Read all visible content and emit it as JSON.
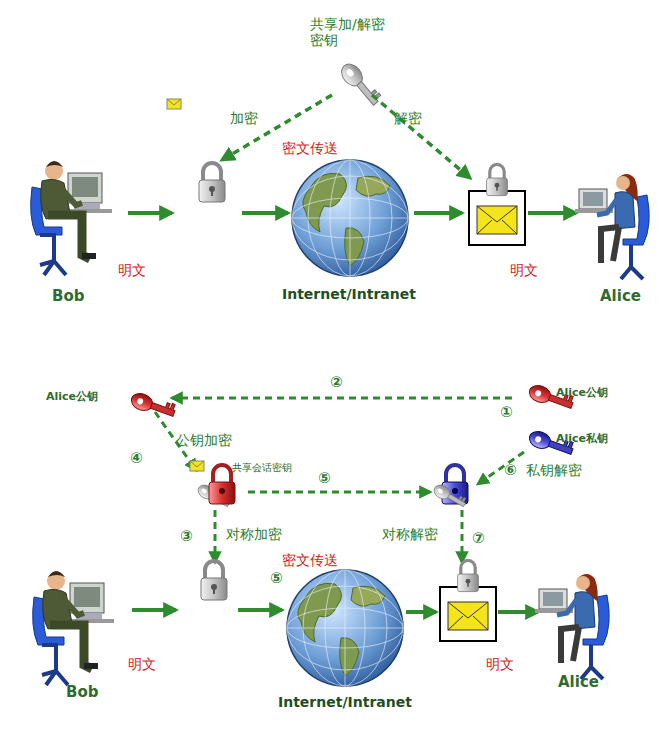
{
  "diagram": {
    "labels": [
      "共享加/解密 密钥",
      "加密",
      "解密",
      "密文传送",
      "明文",
      "Bob",
      "Internet/Intranet",
      "明文",
      "Alice",
      "Alice公钥",
      "②",
      "Alice公钥",
      "①",
      "Alice私钥",
      "④",
      "公钥加密",
      "共享会话密钥",
      "⑤",
      "⑥",
      "私钥解密",
      "③",
      "对称加密",
      "对称解密",
      "⑦",
      "密文传送",
      "⑤",
      "明文",
      "Bob",
      "Internet/Intranet",
      "明文",
      "Alice"
    ]
  }
}
